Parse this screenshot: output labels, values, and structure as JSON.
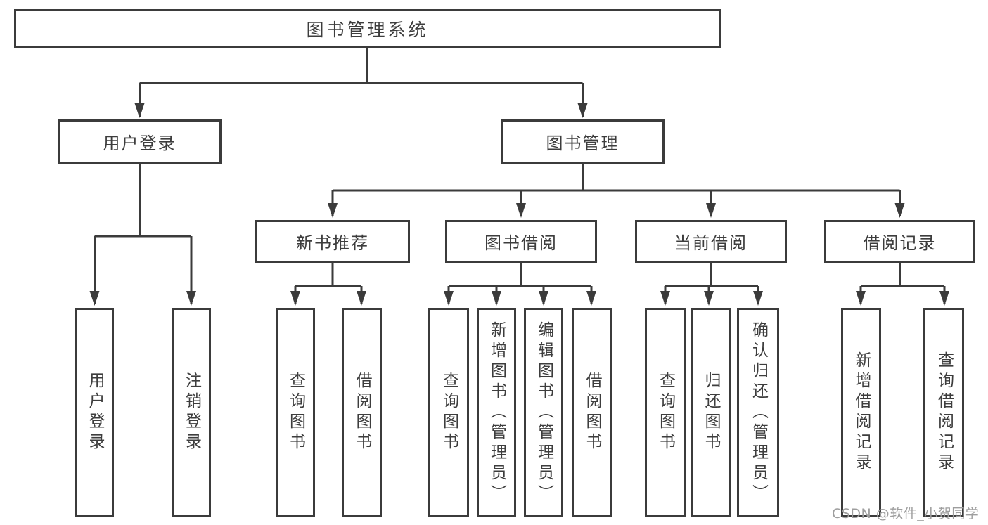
{
  "tree": {
    "label": "图书管理系统",
    "children": [
      {
        "label": "用户登录",
        "children": [
          {
            "label": "用户登录"
          },
          {
            "label": "注销登录"
          }
        ]
      },
      {
        "label": "图书管理",
        "children": [
          {
            "label": "新书推荐",
            "children": [
              {
                "label": "查询图书"
              },
              {
                "label": "借阅图书"
              }
            ]
          },
          {
            "label": "图书借阅",
            "children": [
              {
                "label": "查询图书"
              },
              {
                "label": "新增图书（管理员）"
              },
              {
                "label": "编辑图书（管理员）"
              },
              {
                "label": "借阅图书"
              }
            ]
          },
          {
            "label": "当前借阅",
            "children": [
              {
                "label": "查询图书"
              },
              {
                "label": "归还图书"
              },
              {
                "label": "确认归还（管理员）"
              }
            ]
          },
          {
            "label": "借阅记录",
            "children": [
              {
                "label": "新增借阅记录"
              },
              {
                "label": "查询借阅记录"
              }
            ]
          }
        ]
      }
    ]
  },
  "watermark": {
    "text": "CSDN @软件_小贺同学"
  },
  "colors": {
    "line": "#3b3b3b",
    "text": "#3d3d3d",
    "background": "#ffffff",
    "watermark": "#9e9e9e"
  }
}
